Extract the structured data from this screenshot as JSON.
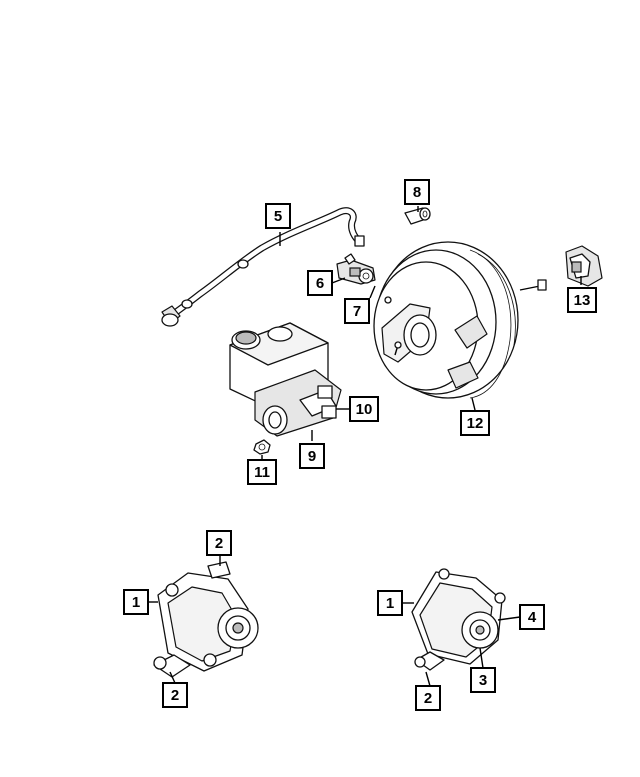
{
  "callouts": {
    "c1a": "1",
    "c1b": "1",
    "c2a": "2",
    "c2b": "2",
    "c2c": "2",
    "c3": "3",
    "c4": "4",
    "c5": "5",
    "c6": "6",
    "c7": "7",
    "c8": "8",
    "c9": "9",
    "c10": "10",
    "c11": "11",
    "c12": "12",
    "c13": "13"
  }
}
